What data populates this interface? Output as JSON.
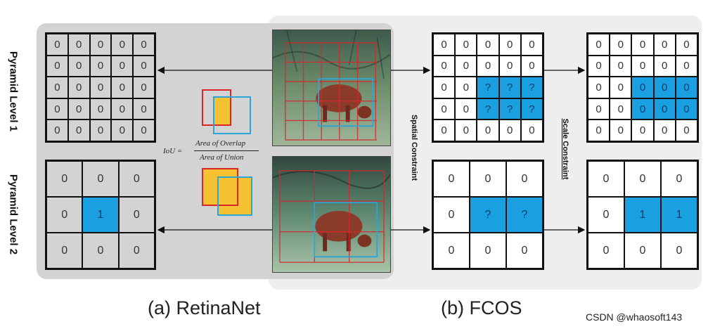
{
  "level_labels": {
    "level1": "Pyramid Level 1",
    "level2": "Pyramid Level 2"
  },
  "constraints": {
    "spatial": "Spatial Constraint",
    "scale": "Scale Constraint"
  },
  "iou": {
    "lhs": "IoU =",
    "numerator": "Area of Overlap",
    "denominator": "Area of Union"
  },
  "captions": {
    "retinanet": "(a) RetinaNet",
    "fcos": "(b) FCOS"
  },
  "watermark": "CSDN @whaosoft143",
  "grids": {
    "retina_l1": [
      [
        "0",
        "0",
        "0",
        "0",
        "0"
      ],
      [
        "0",
        "0",
        "0",
        "0",
        "0"
      ],
      [
        "0",
        "0",
        "0",
        "0",
        "0"
      ],
      [
        "0",
        "0",
        "0",
        "0",
        "0"
      ],
      [
        "0",
        "0",
        "0",
        "0",
        "0"
      ]
    ],
    "retina_l2": [
      [
        "0",
        "0",
        "0"
      ],
      [
        "0",
        "1",
        "0"
      ],
      [
        "0",
        "0",
        "0"
      ]
    ],
    "fcos_spatial_l1": [
      [
        "0",
        "0",
        "0",
        "0",
        "0"
      ],
      [
        "0",
        "0",
        "0",
        "0",
        "0"
      ],
      [
        "0",
        "0",
        "?",
        "?",
        "?"
      ],
      [
        "0",
        "0",
        "?",
        "?",
        "?"
      ],
      [
        "0",
        "0",
        "0",
        "0",
        "0"
      ]
    ],
    "fcos_spatial_l2": [
      [
        "0",
        "0",
        "0"
      ],
      [
        "0",
        "?",
        "?"
      ],
      [
        "0",
        "0",
        "0"
      ]
    ],
    "fcos_scale_l1": [
      [
        "0",
        "0",
        "0",
        "0",
        "0"
      ],
      [
        "0",
        "0",
        "0",
        "0",
        "0"
      ],
      [
        "0",
        "0",
        "0",
        "0",
        "0"
      ],
      [
        "0",
        "0",
        "0",
        "0",
        "0"
      ],
      [
        "0",
        "0",
        "0",
        "0",
        "0"
      ]
    ],
    "fcos_scale_l2": [
      [
        "0",
        "0",
        "0"
      ],
      [
        "0",
        "1",
        "1"
      ],
      [
        "0",
        "0",
        "0"
      ]
    ]
  },
  "highlights": {
    "retina_l1": [],
    "retina_l2": [
      [
        1,
        1
      ]
    ],
    "fcos_spatial_l1": [
      [
        2,
        2
      ],
      [
        2,
        3
      ],
      [
        2,
        4
      ],
      [
        3,
        2
      ],
      [
        3,
        3
      ],
      [
        3,
        4
      ]
    ],
    "fcos_spatial_l2": [
      [
        1,
        1
      ],
      [
        1,
        2
      ]
    ],
    "fcos_scale_l1": [
      [
        2,
        2
      ],
      [
        2,
        3
      ],
      [
        2,
        4
      ],
      [
        3,
        2
      ],
      [
        3,
        3
      ],
      [
        3,
        4
      ]
    ],
    "fcos_scale_l2": [
      [
        1,
        1
      ],
      [
        1,
        2
      ]
    ]
  },
  "colors": {
    "highlight": "#1a9fe0",
    "anchor_red": "#d9262b",
    "anchor_blue": "#2aa6d9",
    "overlap_fill": "#f7c231"
  }
}
